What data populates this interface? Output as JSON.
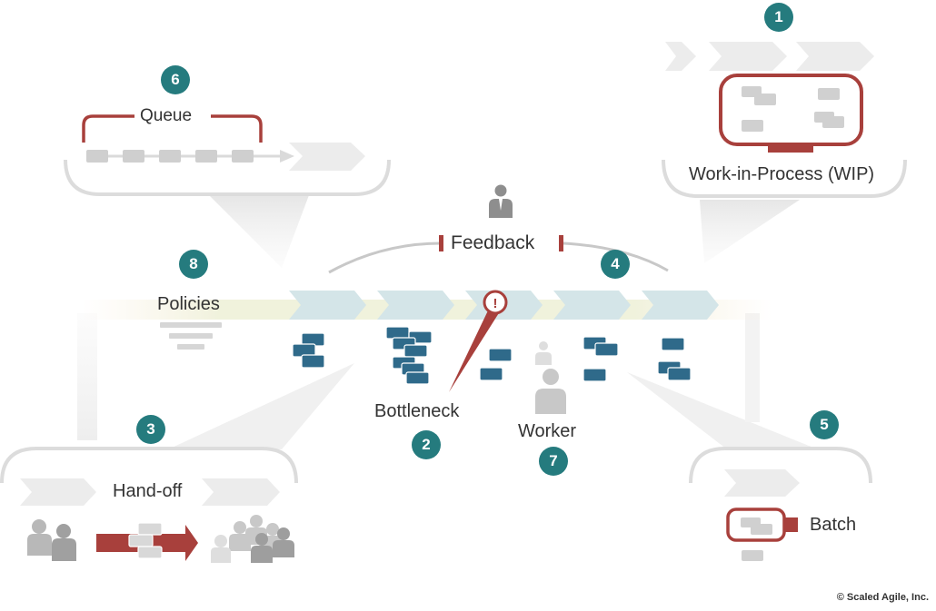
{
  "labels": {
    "queue": "Queue",
    "wip": "Work-in-Process (WIP)",
    "feedback": "Feedback",
    "policies": "Policies",
    "bottleneck": "Bottleneck",
    "worker": "Worker",
    "handoff": "Hand-off",
    "batch": "Batch"
  },
  "badges": {
    "wip": "1",
    "bottleneck": "2",
    "handoff": "3",
    "feedback": "4",
    "batch": "5",
    "queue": "6",
    "worker": "7",
    "policies": "8"
  },
  "bottleneck_mark": "!",
  "copyright": "© Scaled Agile, Inc.",
  "colors": {
    "teal_badge": "#257b7e",
    "accent_red": "#a8403c",
    "work_item_blue": "#2f6a8a",
    "flow_chevron": "#d4e5e8",
    "gray_shape": "#d0d0d0",
    "text": "#333333"
  },
  "icons": [
    "person-icon",
    "alert-icon",
    "arrow-icon",
    "funnel-icon",
    "chevron-icon"
  ]
}
